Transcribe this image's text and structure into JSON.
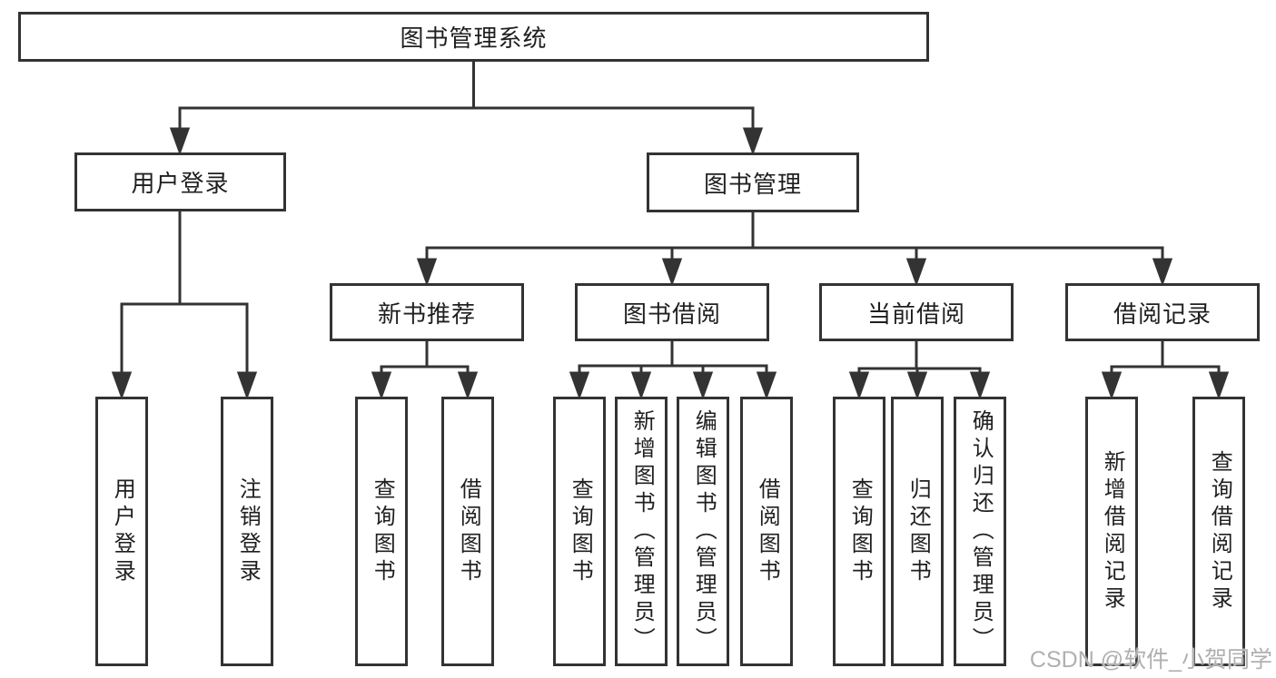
{
  "diagram": {
    "colors": {
      "line": "#333333",
      "box_border": "#333333",
      "text": "#1f1f1f",
      "watermark": "#b1b0b1",
      "background": "#ffffff"
    },
    "root": {
      "label": "图书管理系统",
      "children": [
        {
          "label": "用户登录",
          "children": [
            {
              "label": "用户登录"
            },
            {
              "label": "注销登录"
            }
          ]
        },
        {
          "label": "图书管理",
          "children": [
            {
              "label": "新书推荐",
              "children": [
                {
                  "label": "查询图书"
                },
                {
                  "label": "借阅图书"
                }
              ]
            },
            {
              "label": "图书借阅",
              "children": [
                {
                  "label": "查询图书"
                },
                {
                  "label": "新增图书（管理员）"
                },
                {
                  "label": "编辑图书（管理员）"
                },
                {
                  "label": "借阅图书"
                }
              ]
            },
            {
              "label": "当前借阅",
              "children": [
                {
                  "label": "查询图书"
                },
                {
                  "label": "归还图书"
                },
                {
                  "label": "确认归还（管理员）"
                }
              ]
            },
            {
              "label": "借阅记录",
              "children": [
                {
                  "label": "新增借阅记录"
                },
                {
                  "label": "查询借阅记录"
                }
              ]
            }
          ]
        }
      ]
    },
    "watermark": {
      "text": "CSDN @软件_小贺同学"
    }
  }
}
